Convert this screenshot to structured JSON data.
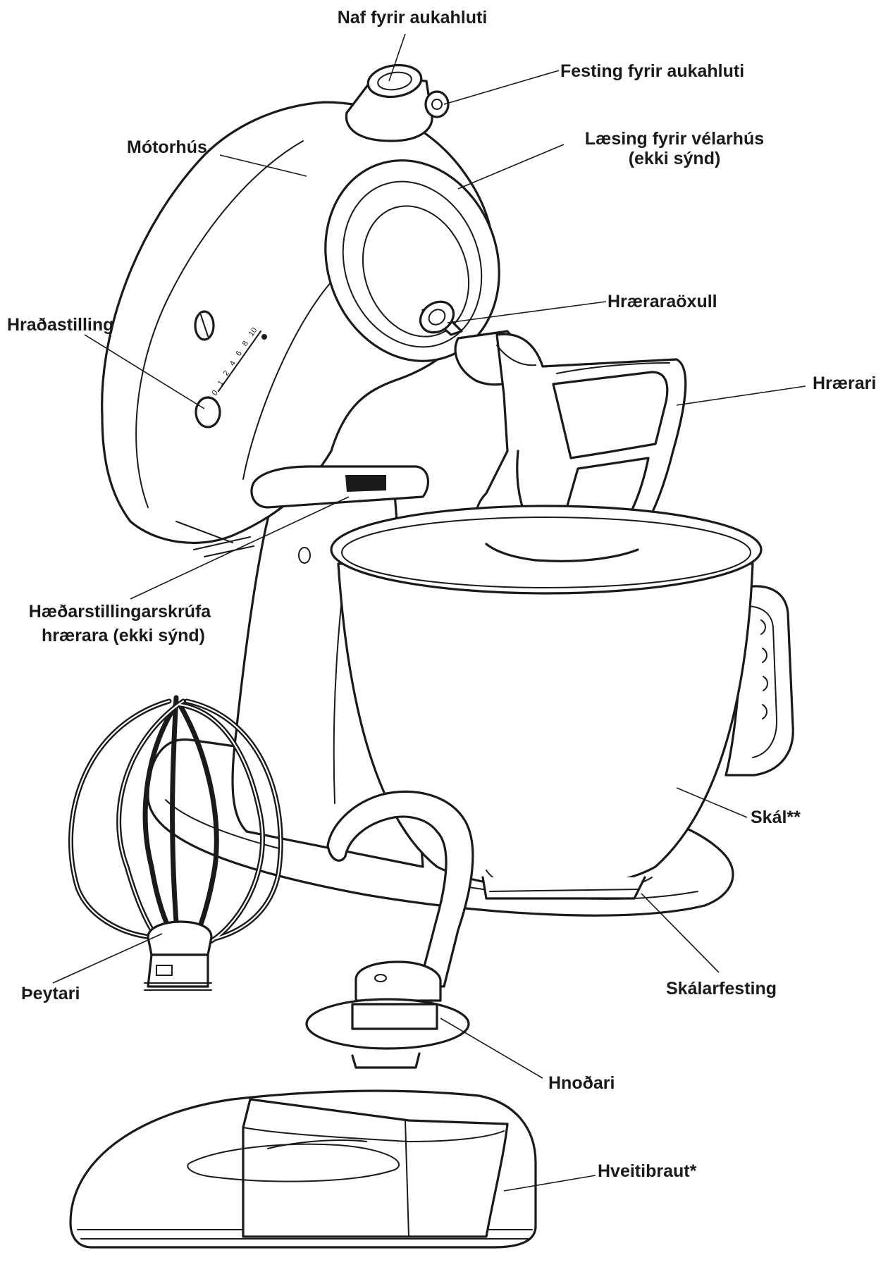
{
  "labels": {
    "naf": "Naf fyrir aukahluti",
    "festing": "Festing fyrir aukahluti",
    "motorhus": "Mótorhús",
    "laesing_1": "Læsing fyrir vélarhús",
    "laesing_2": "(ekki sýnd)",
    "hradastilling": "Hraðastilling",
    "hraeraraoxull": "Hræraraöxull",
    "hraerari": "Hrærari",
    "haedar_1": "Hæðarstillingarskrúfa",
    "haedar_2": "hrærara (ekki sýnd)",
    "skal": "Skál**",
    "peytari": "Þeytari",
    "skalarfesting": "Skálarfesting",
    "hnodari": "Hnoðari",
    "hveitibraut": "Hveitibraut*"
  },
  "speed_dial_marks": [
    "0",
    "1",
    "2",
    "4",
    "6",
    "8",
    "10"
  ]
}
